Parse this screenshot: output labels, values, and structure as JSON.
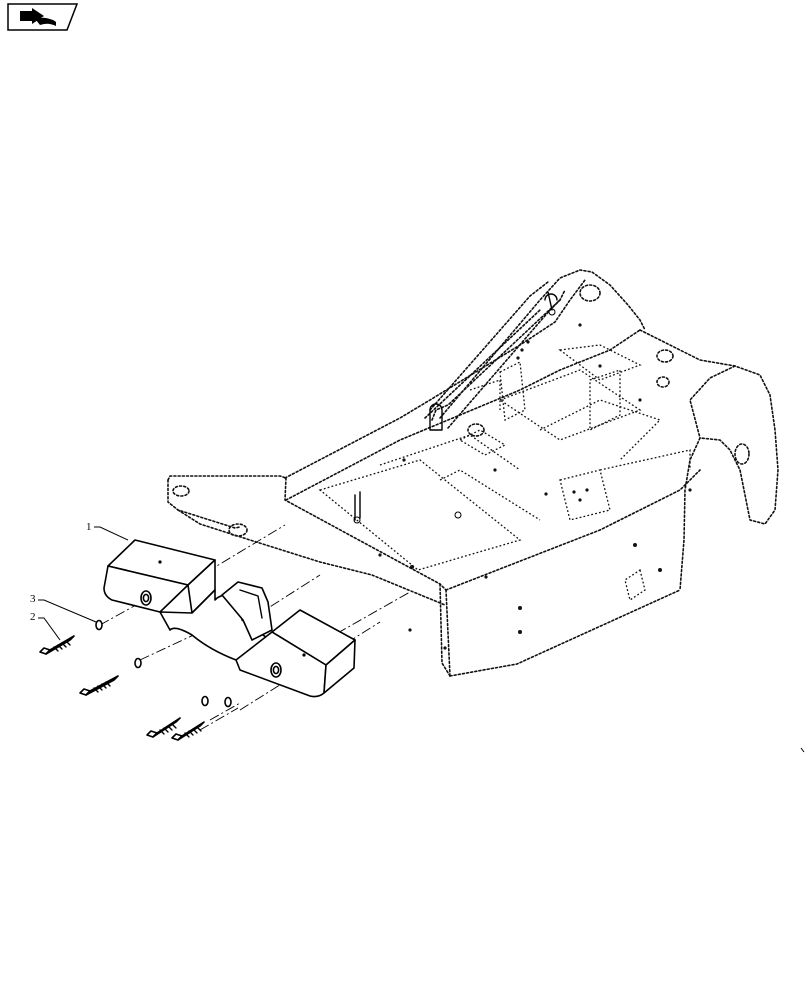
{
  "navigation": {
    "corner_icon": "arrow-to-book-icon"
  },
  "callouts": [
    {
      "number": "1",
      "part": "counterweight"
    },
    {
      "number": "3",
      "part": "washer"
    },
    {
      "number": "2",
      "part": "bolt"
    }
  ]
}
